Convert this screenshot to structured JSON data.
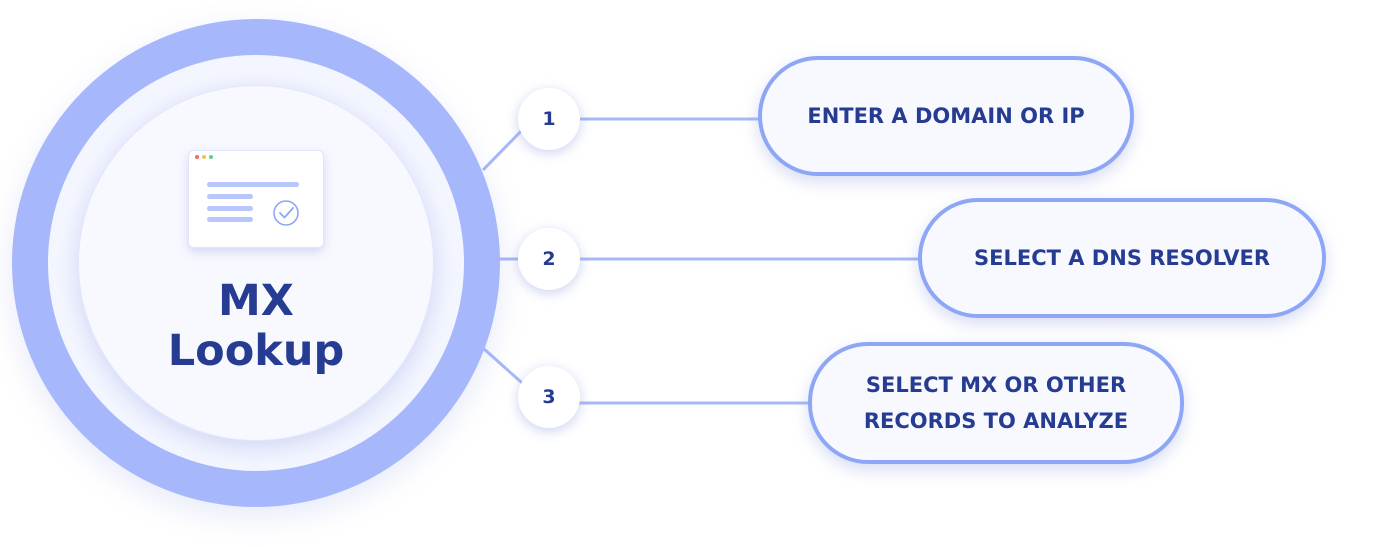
{
  "title": {
    "line1": "MX",
    "line2": "Lookup"
  },
  "steps": [
    {
      "number": "1",
      "text": "ENTER A DOMAIN OR IP"
    },
    {
      "number": "2",
      "text": "SELECT A DNS RESOLVER"
    },
    {
      "number": "3",
      "text_line1": "SELECT MX OR OTHER",
      "text_line2": "RECORDS TO ANALYZE"
    }
  ],
  "icons": {
    "browser": "browser-window-icon",
    "check": "check-circle-icon"
  },
  "colors": {
    "ring": "#a6b8fb",
    "text": "#253c92",
    "pill_border": "#8da7f6",
    "connector": "#a6b8fb",
    "dot_red": "#f26b6b",
    "dot_yellow": "#f5c04a",
    "dot_green": "#5ccf8b"
  }
}
